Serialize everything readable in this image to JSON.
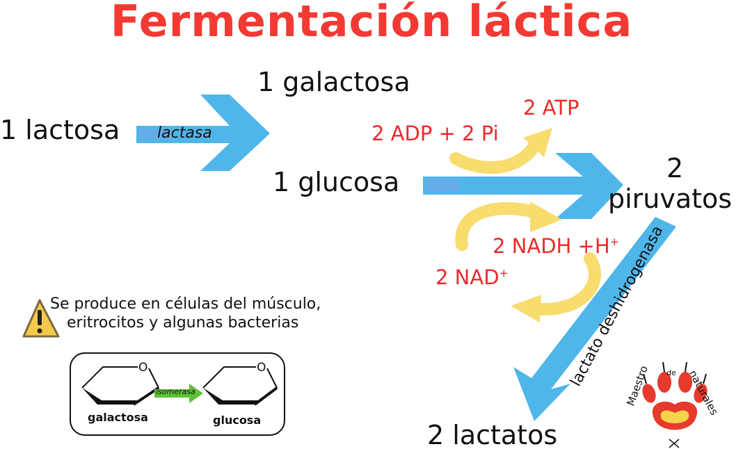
{
  "title": "Fermentación láctica",
  "colors": {
    "title": "#f23a33",
    "red_text": "#ea2b2b",
    "blue_arrow": "#4fb6ea",
    "yellow_arrow": "#f8dc6e",
    "warning": "#f5c94a",
    "green_arrow": "#5bc236",
    "paw": "#e63a2d"
  },
  "reactants": {
    "lactose": "1 lactosa",
    "galactose": "1 galactosa",
    "glucose": "1 glucosa",
    "enzyme_lactase": "lactasa"
  },
  "glycolysis": {
    "adp": "2 ADP + 2 Pi",
    "atp": "2 ATP",
    "nad": "2 NAD",
    "nad_sup": "+",
    "nadh": "2 NADH +H",
    "nadh_sup": "+"
  },
  "products": {
    "pyruvate_count": "2",
    "pyruvate": "piruvatos",
    "lactate": "2 lactatos",
    "enzyme_ldh": "lactato deshidrogenasa"
  },
  "note": {
    "line1": "Se produce en células del músculo,",
    "line2": "eritrocitos y algunas bacterias",
    "icon": "warning-icon"
  },
  "isomer_box": {
    "left_label": "galactosa",
    "right_label": "glucosa",
    "enzyme": "isomerasa",
    "ring_atom": "O"
  },
  "logo": {
    "word1": "Maestro",
    "word2": "de",
    "word3": "naturales"
  }
}
